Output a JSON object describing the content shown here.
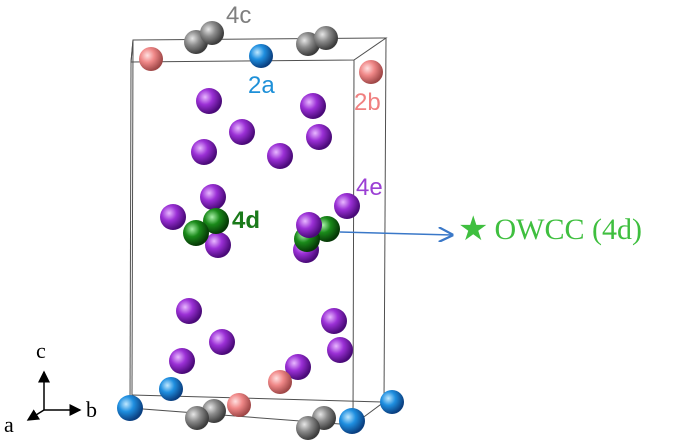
{
  "labels": {
    "site_4c": "4c",
    "site_2a": "2a",
    "site_2b": "2b",
    "site_4e": "4e",
    "site_4d": "4d",
    "owcc": "OWCC (4d)"
  },
  "axes": {
    "a": "a",
    "b": "b",
    "c": "c"
  },
  "colors": {
    "site_4c": "#8a8a8a",
    "site_2a": "#1f8fe0",
    "site_2b": "#f08888",
    "site_4e": "#9b30d6",
    "site_4d": "#1a8a1a",
    "owcc_text": "#3fbf3f",
    "arrow": "#3a78c8"
  },
  "icons": {
    "owcc_marker": "star-icon"
  }
}
